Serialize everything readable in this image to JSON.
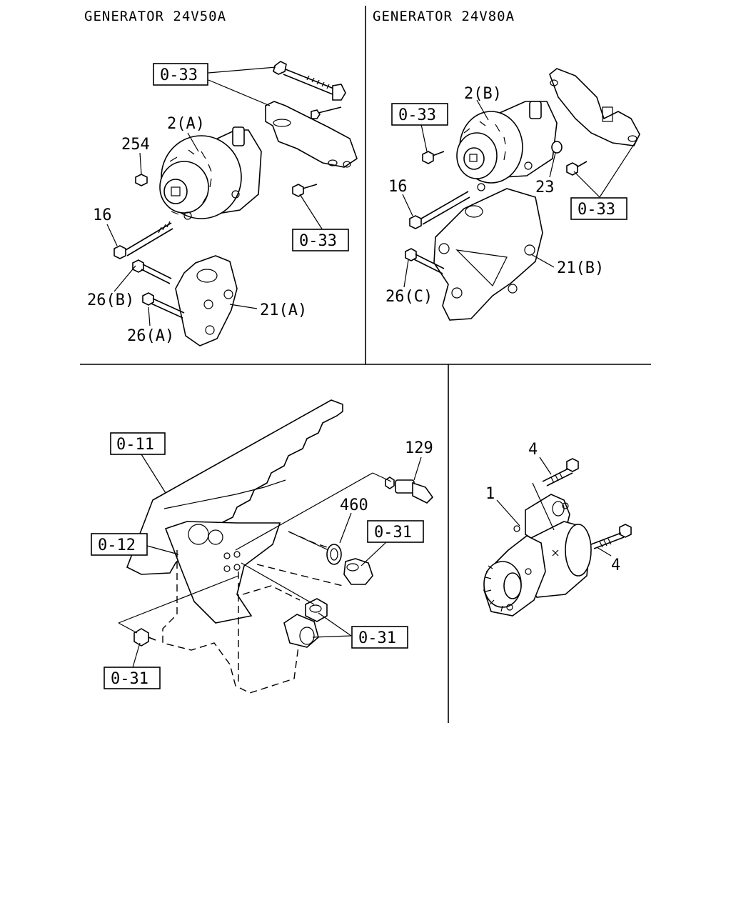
{
  "headers": {
    "left": "GENERATOR 24V50A",
    "right": "GENERATOR 24V80A"
  },
  "refs": {
    "r033": "0-33",
    "r011": "0-11",
    "r012": "0-12",
    "r031": "0-31"
  },
  "parts": {
    "p2a": "2(A)",
    "p2b": "2(B)",
    "p254": "254",
    "p16": "16",
    "p23": "23",
    "p21a": "21(A)",
    "p21b": "21(B)",
    "p26a": "26(A)",
    "p26b": "26(B)",
    "p26c": "26(C)",
    "p129": "129",
    "p460": "460",
    "p1": "1",
    "p4": "4"
  }
}
